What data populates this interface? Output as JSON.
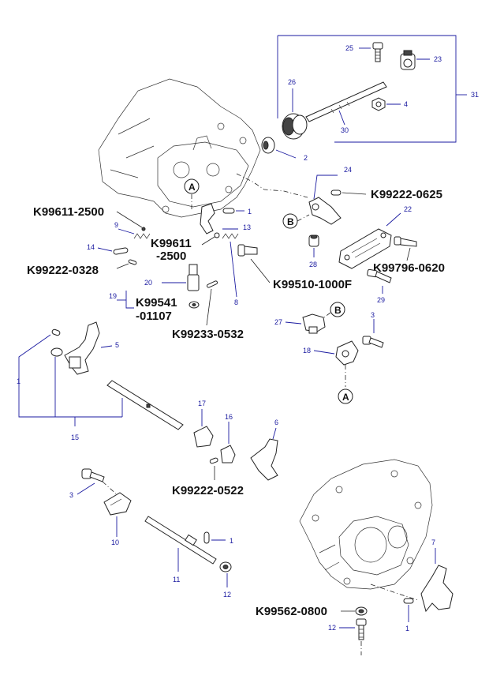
{
  "part_numbers": {
    "k99611_2500_a": "K99611-2500",
    "k99222_0625": "K99222-0625",
    "k99611_2500_b_line1": "K99611",
    "k99611_2500_b_line2": "-2500",
    "k99796_0620": "K99796-0620",
    "k99222_0328": "K99222-0328",
    "k99510_1000f": "K99510-1000F",
    "k99541_01107_line1": "K99541",
    "k99541_01107_line2": "-01107",
    "k99233_0532": "K99233-0532",
    "k99222_0522": "K99222-0522",
    "k99562_0800": "K99562-0800"
  },
  "callouts": {
    "n25": "25",
    "n23": "23",
    "n26": "26",
    "n31": "31",
    "n4": "4",
    "n30": "30",
    "n2": "2",
    "n24": "24",
    "n1a": "1",
    "n22": "22",
    "n9": "9",
    "n13": "13",
    "n14": "14",
    "n28": "28",
    "n20": "20",
    "n19": "19",
    "n8": "8",
    "n29": "29",
    "n27": "27",
    "n3a": "3",
    "n18": "18",
    "n5": "5",
    "n1b": "1",
    "n15": "15",
    "n17": "17",
    "n16": "16",
    "n6": "6",
    "n3b": "3",
    "n10": "10",
    "n1c": "1",
    "n11": "11",
    "n12a": "12",
    "n7": "7",
    "n12b": "12",
    "n1d": "1"
  },
  "reference_letters": {
    "a_top": "A",
    "b_left": "B",
    "b_right": "B",
    "a_bottom": "A"
  },
  "colors": {
    "callout_number": "#1a1aa0",
    "line": "#222222",
    "background": "#ffffff"
  }
}
